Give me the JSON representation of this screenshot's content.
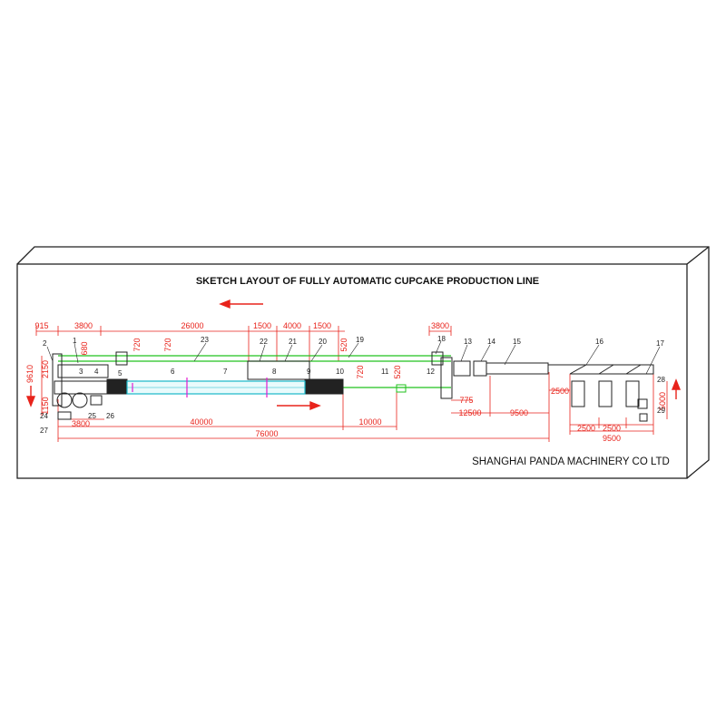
{
  "title": "SKETCH LAYOUT OF FULLY AUTOMATIC CUPCAKE PRODUCTION LINE",
  "company": "SHANGHAI PANDA MACHINERY CO LTD",
  "colors": {
    "dimension": "#e8231b",
    "line": "#222222",
    "conveyor": "#22c21e",
    "oven": "#18b7c9",
    "accent": "#e21bd0"
  },
  "dimensions": {
    "d915": "915",
    "d3800a": "3800",
    "d26000": "26000",
    "d1500a": "1500",
    "d4000": "4000",
    "d1500b": "1500",
    "d3800b": "3800",
    "d680": "680",
    "d720a": "720",
    "d720b": "720",
    "d520a": "520",
    "d720c": "720",
    "d520b": "520",
    "d9610": "9610",
    "d2150": "2150",
    "d1150": "1150",
    "d3800c": "3800",
    "d40000": "40000",
    "d10000": "10000",
    "d76000": "76000",
    "d775": "775",
    "d12500": "12500",
    "d9500a": "9500",
    "d2500a": "2500",
    "d2500b": "2500",
    "d2500c": "2500",
    "d9500b": "9500",
    "d5000": "5000"
  },
  "labels": [
    "1",
    "2",
    "3",
    "4",
    "5",
    "6",
    "7",
    "8",
    "9",
    "10",
    "11",
    "12",
    "13",
    "14",
    "15",
    "16",
    "17",
    "18",
    "19",
    "20",
    "21",
    "22",
    "23",
    "24",
    "25",
    "26",
    "27",
    "28",
    "29"
  ]
}
